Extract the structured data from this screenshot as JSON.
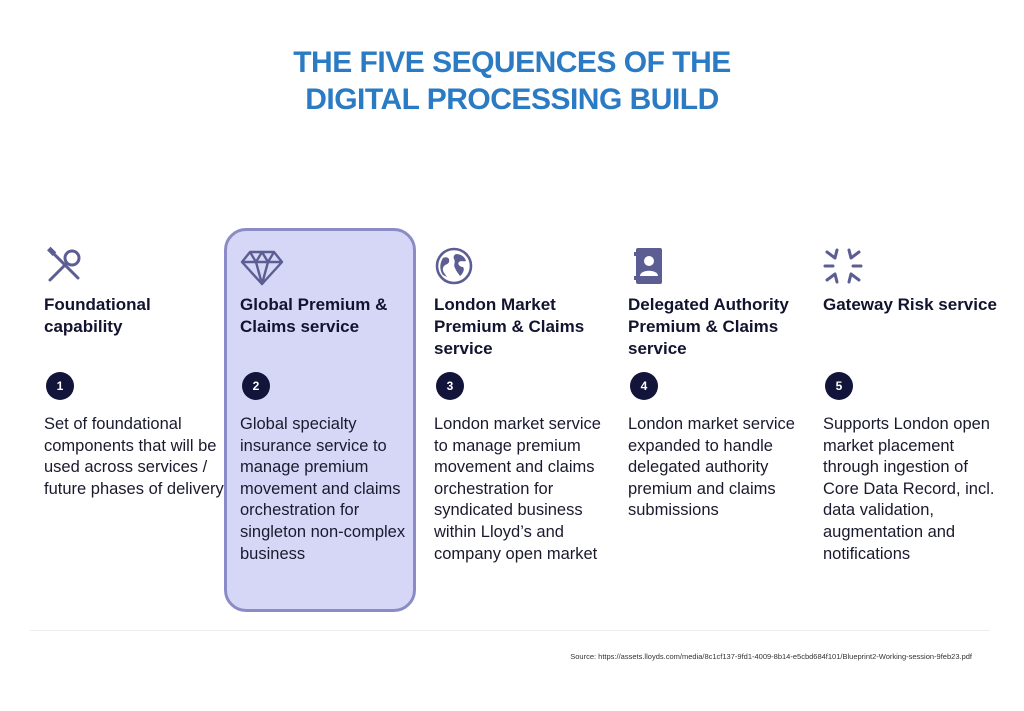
{
  "title": {
    "line1": "THE FIVE SEQUENCES OF THE",
    "line2": "DIGITAL PROCESSING BUILD"
  },
  "sequences": [
    {
      "number": "1",
      "icon": "wrench-screwdriver-icon",
      "name": "Foundational capability",
      "description": "Set of foundational components that will be used across services / future phases of delivery",
      "highlighted": false
    },
    {
      "number": "2",
      "icon": "diamond-icon",
      "name": "Global Premium & Claims service",
      "description": "Global specialty insurance service to manage premium movement and claims orchestration for singleton non-complex business",
      "highlighted": true
    },
    {
      "number": "3",
      "icon": "globe-icon",
      "name": "London Market Premium & Claims service",
      "description": "London market service to manage premium movement and claims orchestration for syndicated business within Lloyd’s and company open market",
      "highlighted": false
    },
    {
      "number": "4",
      "icon": "contact-book-icon",
      "name": "Delegated Authority Premium & Claims service",
      "description": "London market service expanded to handle delegated authority premium and claims submissions",
      "highlighted": false
    },
    {
      "number": "5",
      "icon": "gateway-burst-icon",
      "name": "Gateway Risk service",
      "description": "Supports London open market placement through ingestion of Core Data Record, incl. data validation, augmentation and notifications",
      "highlighted": false
    }
  ],
  "source": "Source:  https://assets.lloyds.com/media/8c1cf137-9fd1-4009-8b14-e5cbd684f101/Blueprint2-Working-session-9feb23.pdf",
  "colors": {
    "title": "#2a7bc4",
    "badge": "#12143a",
    "highlight_fill": "#d6d7f6",
    "highlight_border": "#8b8cc6",
    "icon": "#5b5d93"
  }
}
